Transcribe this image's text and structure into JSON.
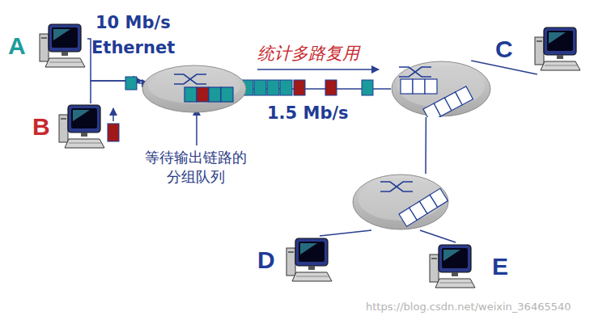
{
  "diagram": {
    "nodes": [
      {
        "text": [
          "A"
        ]
      },
      {
        "text": [
          "B"
        ]
      },
      {
        "text": []
      },
      {
        "text": []
      },
      {
        "text": [
          "C"
        ]
      },
      {
        "text": []
      },
      {
        "text": [
          "D"
        ]
      },
      {
        "text": [
          "E"
        ]
      }
    ],
    "edges": [
      {
        "from": 0,
        "to": 2,
        "arrow": "to"
      },
      {
        "from": 1,
        "to": 2,
        "arrow": "to"
      },
      {
        "from": 2,
        "to": 3,
        "label": "1.5 Mb/s",
        "arrow": "none"
      },
      {
        "from": 3,
        "to": 4,
        "arrow": "none"
      },
      {
        "from": 3,
        "to": 5,
        "arrow": "none"
      },
      {
        "from": 5,
        "to": 6,
        "arrow": "none"
      },
      {
        "from": 5,
        "to": 7,
        "arrow": "none"
      }
    ],
    "labels": [
      "10 Mb/s",
      "Ethernet",
      "统计多路复用",
      "等待输出链路的 分组队列",
      "https://blog.csdn.net/weixin_36465540"
    ]
  }
}
